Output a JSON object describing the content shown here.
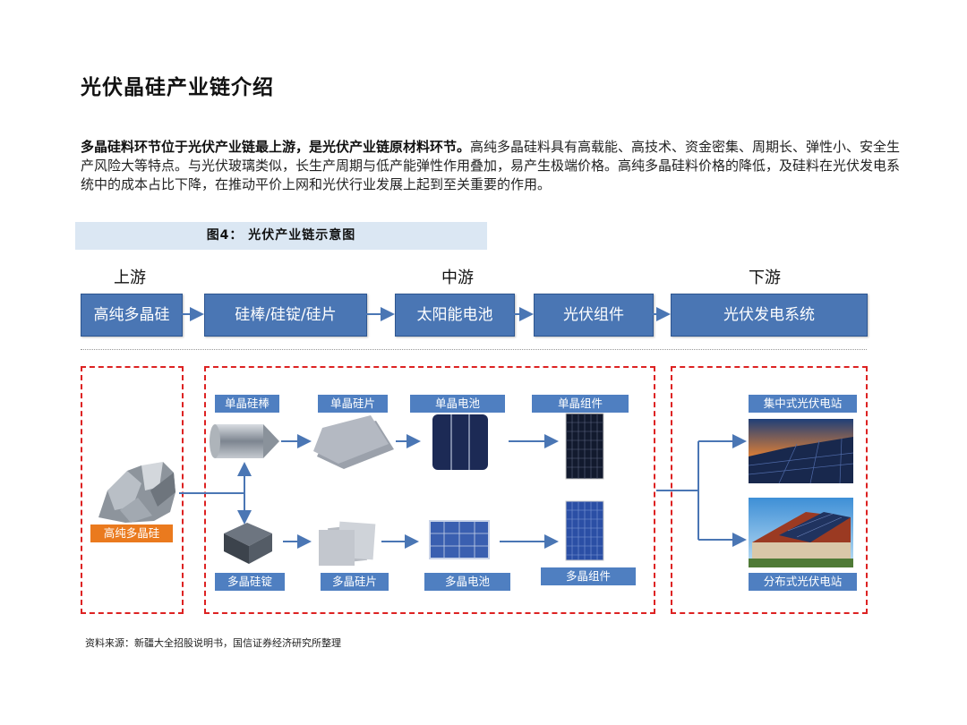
{
  "page_title": "光伏晶硅产业链介绍",
  "intro": {
    "bold": "多晶硅料环节位于光伏产业链最上游，是光伏产业链原材料环节。",
    "text": "高纯多晶硅料具有高载能、高技术、资金密集、周期长、弹性小、安全生产风险大等特点。与光伏玻璃类似，长生产周期与低产能弹性作用叠加，易产生极端价格。高纯多晶硅料价格的降低，及硅料在光伏发电系统中的成本占比下降，在推动平价上网和光伏行业发展上起到至关重要的作用。"
  },
  "figure": {
    "caption": "图4： 光伏产业链示意图",
    "stages": [
      "上游",
      "中游",
      "下游"
    ],
    "flow": [
      "高纯多晶硅",
      "硅棒/硅锭/硅片",
      "太阳能电池",
      "光伏组件",
      "光伏发电系统"
    ],
    "upstream_tag": "高纯多晶硅",
    "mono_row": [
      "单晶硅棒",
      "单晶硅片",
      "单晶电池",
      "单晶组件"
    ],
    "poly_row": [
      "多晶硅锭",
      "多晶硅片",
      "多晶电池",
      "多晶组件"
    ],
    "downstream": [
      "集中式光伏电站",
      "分布式光伏电站"
    ],
    "colors": {
      "flow_box": "#4a76b4",
      "tag": "#4f7fc1",
      "orange_tag": "#ea7a1e",
      "dashed_border": "#dd2222"
    }
  },
  "source": "资料来源：新疆大全招股说明书，国信证券经济研究所整理"
}
